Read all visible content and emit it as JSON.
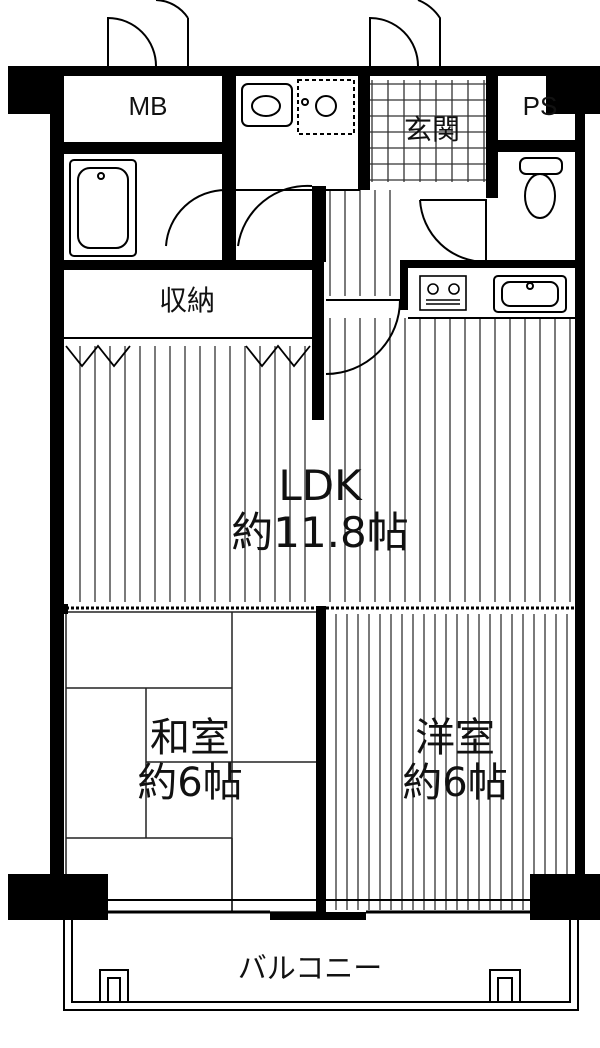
{
  "rooms": {
    "mb": "MB",
    "ps": "PS",
    "genkan": "玄関",
    "storage": "収納",
    "ldk": {
      "name": "LDK",
      "size": "約11.8帖"
    },
    "washitsu": {
      "name": "和室",
      "size": "約6帖"
    },
    "youshitsu": {
      "name": "洋室",
      "size": "約6帖"
    },
    "balcony": "バルコニー"
  }
}
